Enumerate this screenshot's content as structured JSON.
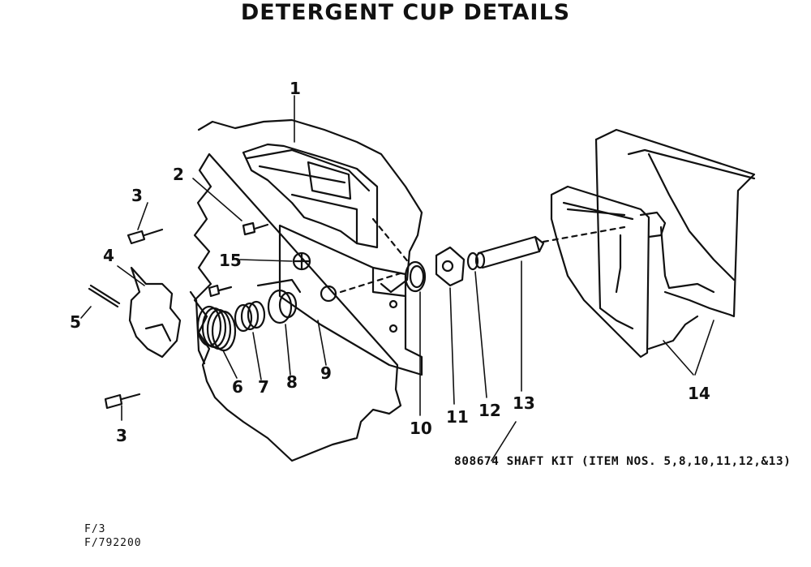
{
  "title": "DETERGENT CUP DETAILS",
  "callouts": {
    "p1": "1",
    "p2": "2",
    "p3a": "3",
    "p3b": "3",
    "p4": "4",
    "p5": "5",
    "p6": "6",
    "p7": "7",
    "p8": "8",
    "p9": "9",
    "p10": "10",
    "p11": "11",
    "p12": "12",
    "p13": "13",
    "p14": "14",
    "p15": "15"
  },
  "kit_note": "808674 SHAFT KIT (ITEM NOS. 5,8,10,11,12,&13)",
  "refs": [
    "F/3",
    "F/792200"
  ]
}
